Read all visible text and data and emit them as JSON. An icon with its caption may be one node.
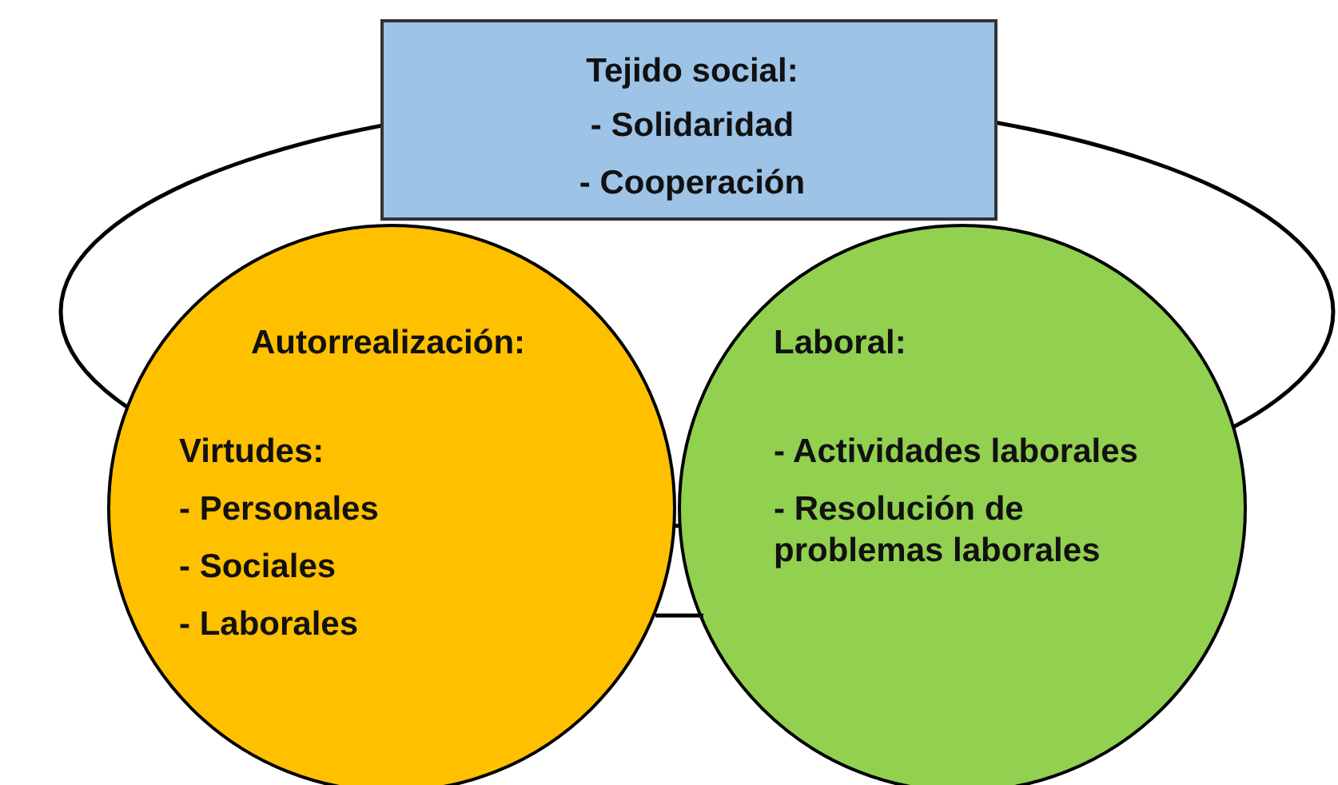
{
  "diagram": {
    "nodes": [
      {
        "text": [
          "Tejido social:",
          "- Solidaridad",
          "- Cooperación"
        ]
      },
      {
        "text": [
          "Autorrealización:",
          "Virtudes:",
          "- Personales",
          "- Sociales",
          "- Laborales"
        ]
      },
      {
        "text": [
          "Laboral:",
          "- Actividades laborales",
          "- Resolución de problemas laborales"
        ]
      }
    ]
  }
}
